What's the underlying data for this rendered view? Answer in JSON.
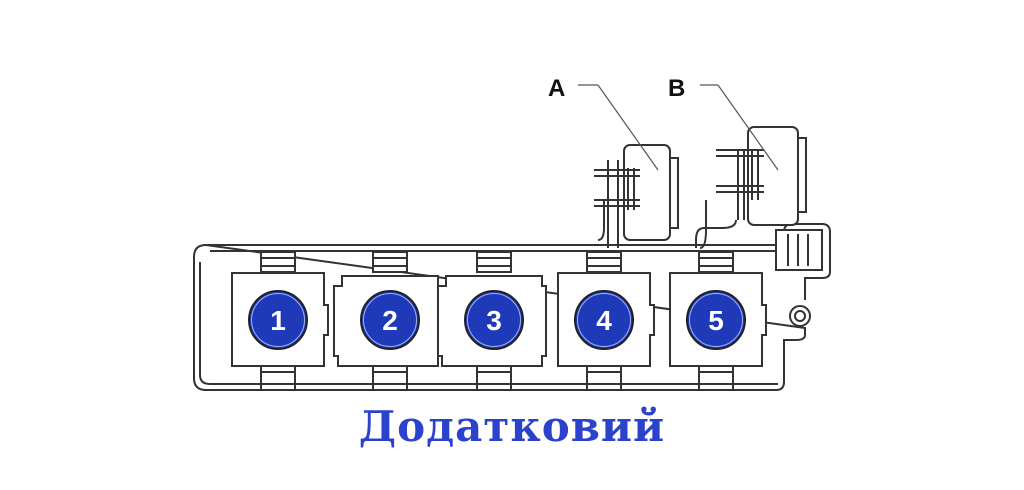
{
  "colors": {
    "fuse_fill": "#1f3ab8",
    "caption": "#2b42cc"
  },
  "fuses": [
    "1",
    "2",
    "3",
    "4",
    "5"
  ],
  "relays": [
    {
      "label": "A"
    },
    {
      "label": "B"
    }
  ],
  "caption": "Додатковий"
}
